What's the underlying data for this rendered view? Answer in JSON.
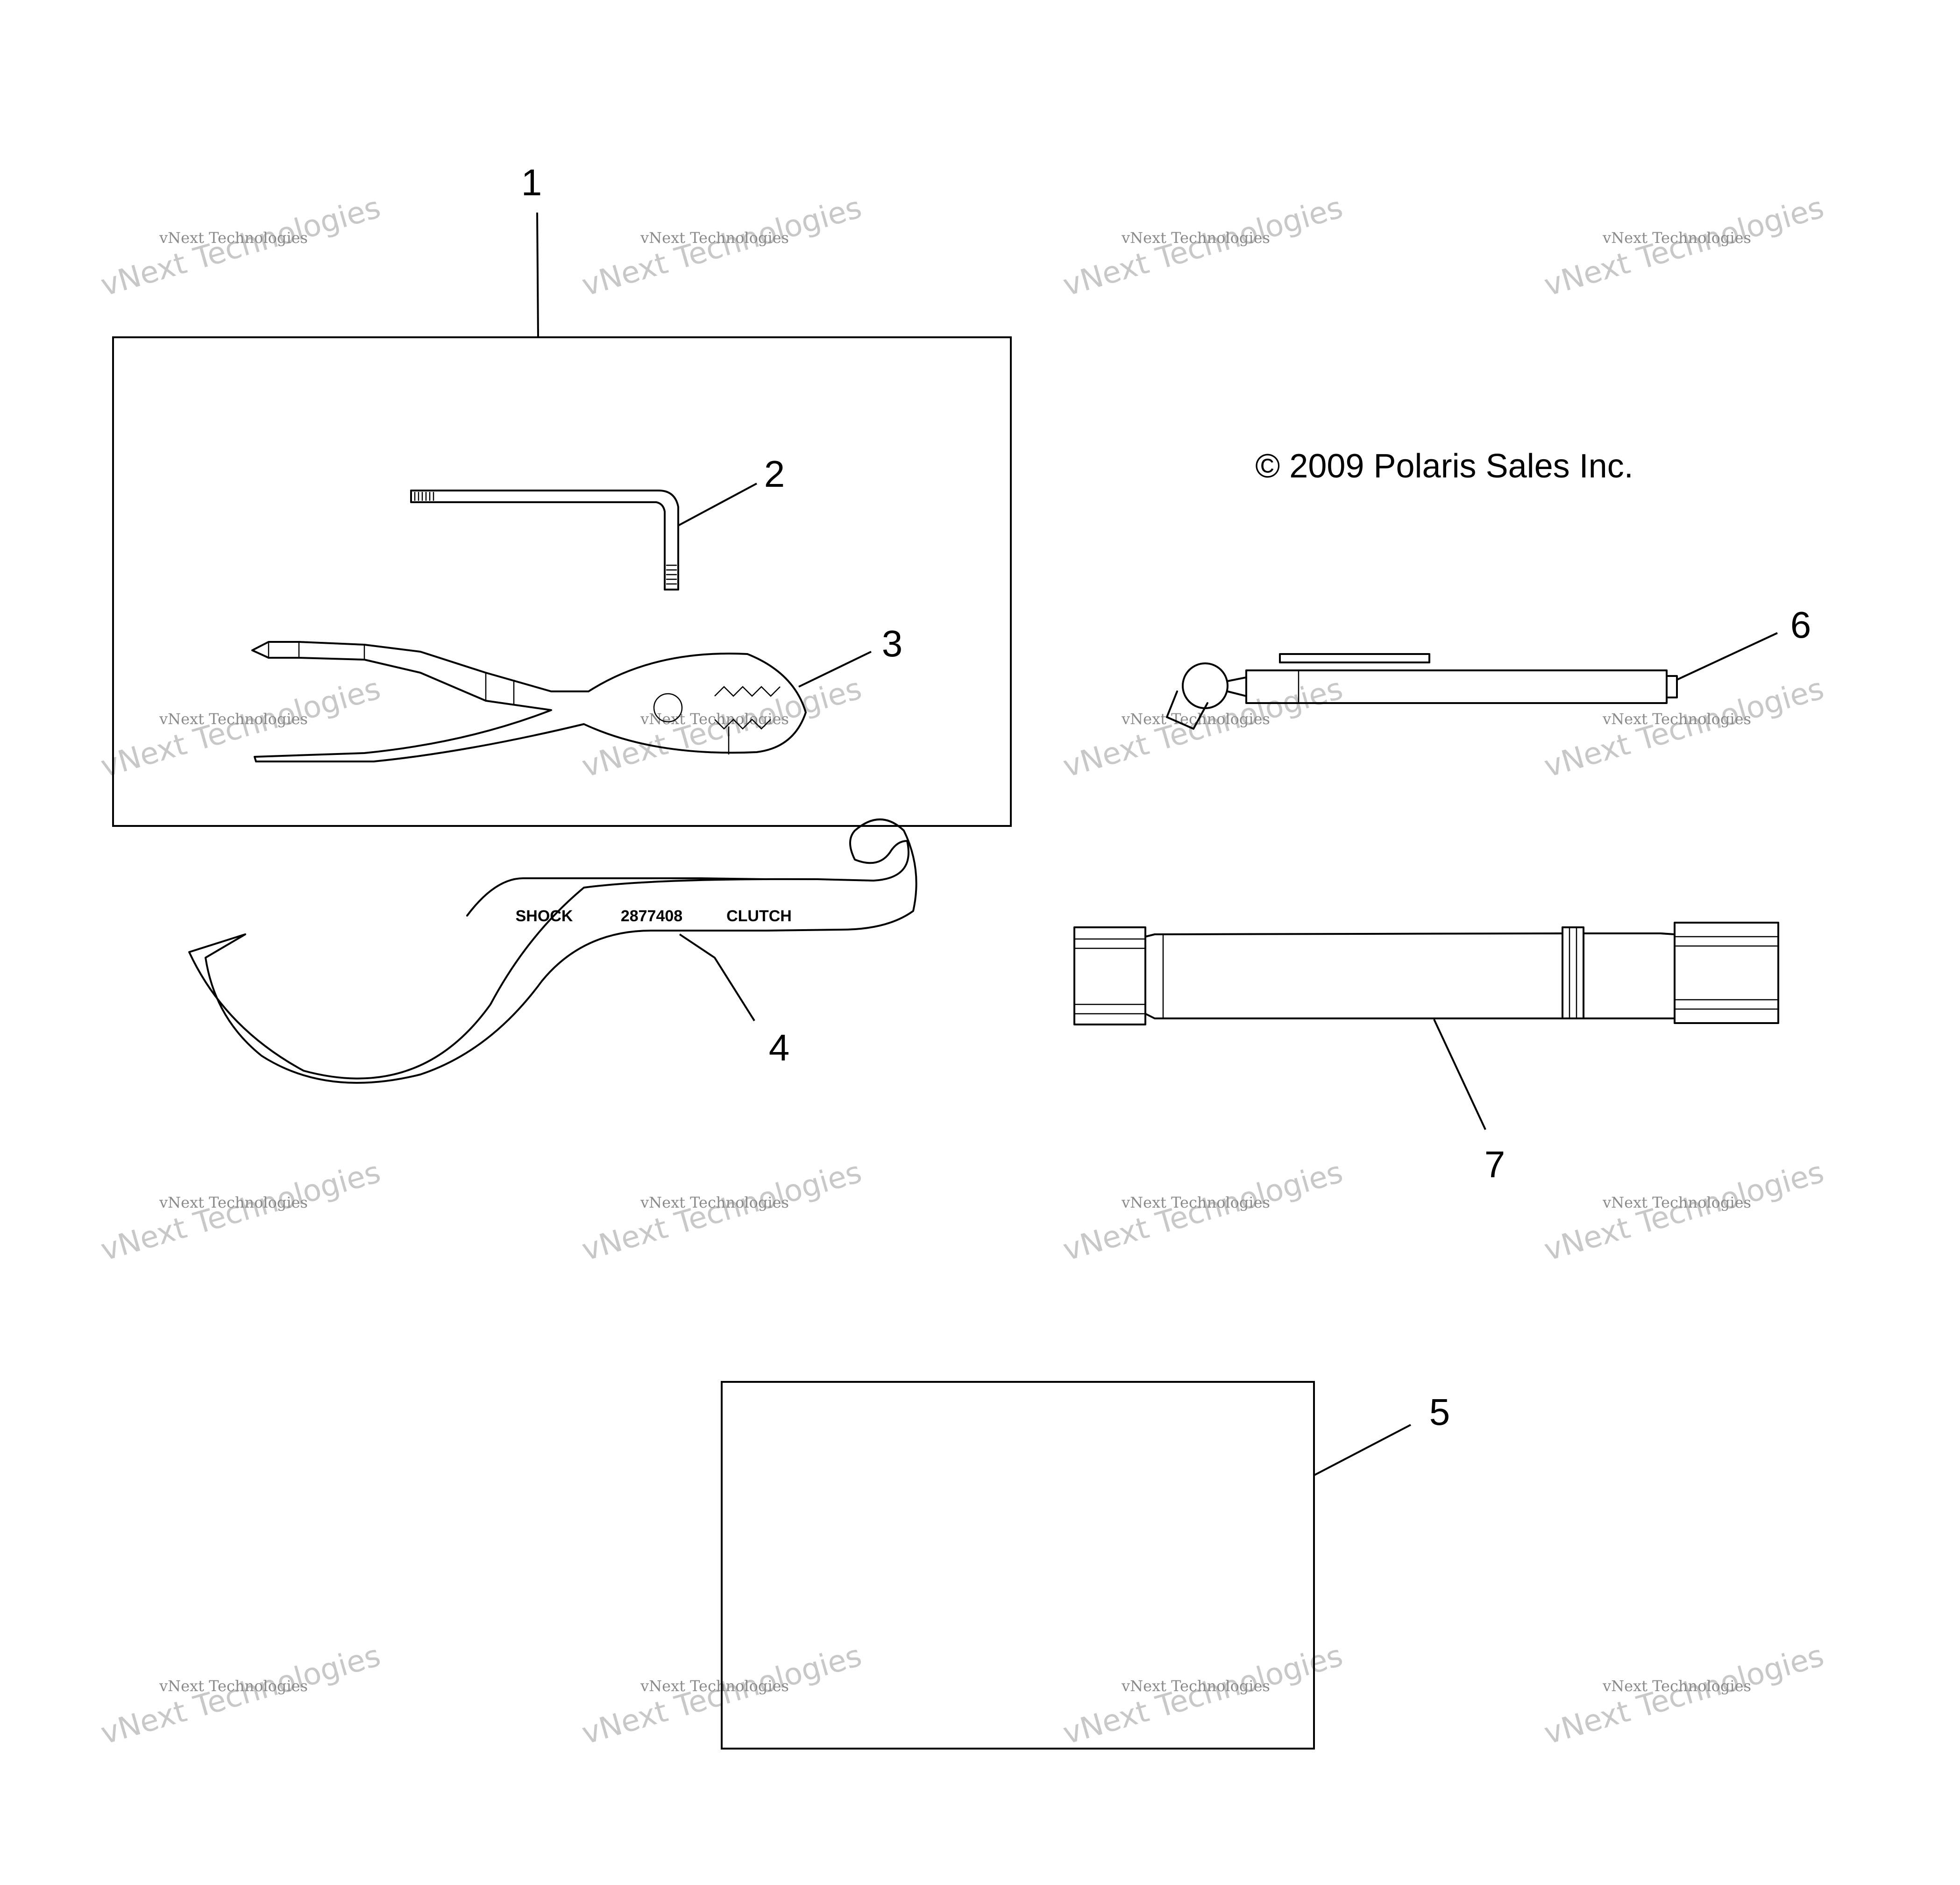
{
  "copyright": "© 2009 Polaris Sales Inc.",
  "callouts": [
    "1",
    "2",
    "3",
    "4",
    "5",
    "6",
    "7"
  ],
  "wrench_stamp": [
    "SHOCK",
    "2877408",
    "CLUTCH"
  ],
  "watermark": {
    "big": "vNext Technologies",
    "small": "vNext Technologies"
  }
}
